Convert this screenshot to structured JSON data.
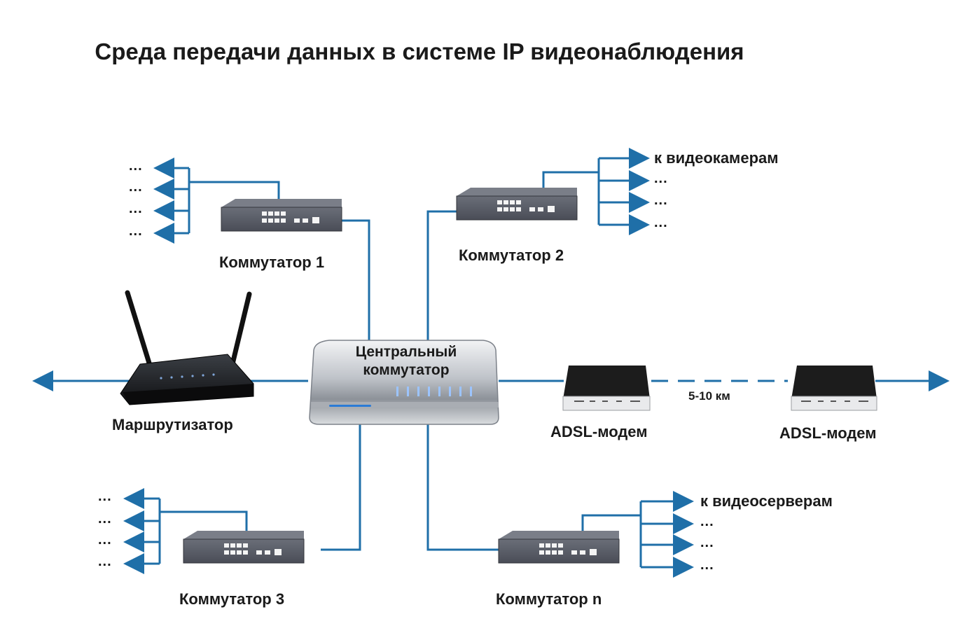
{
  "title": "Среда передачи данных в системе IP видеонаблюдения",
  "devices": {
    "switch1": "Коммутатор 1",
    "switch2": "Коммутатор 2",
    "switch3": "Коммутатор 3",
    "switchn": "Коммутатор n",
    "router": "Маршрутизатор",
    "central_line1": "Центральный",
    "central_line2": "коммутатор",
    "modem1": "ADSL-модем",
    "modem2": "ADSL-модем"
  },
  "labels": {
    "to_cameras": "к видеокамерам",
    "to_servers": "к видеосерверам",
    "distance": "5-10 км",
    "ellipsis": "..."
  },
  "colors": {
    "link": "#1f6fa8",
    "device_dark": "#4a4d57",
    "device_black": "#1c1c1c"
  }
}
